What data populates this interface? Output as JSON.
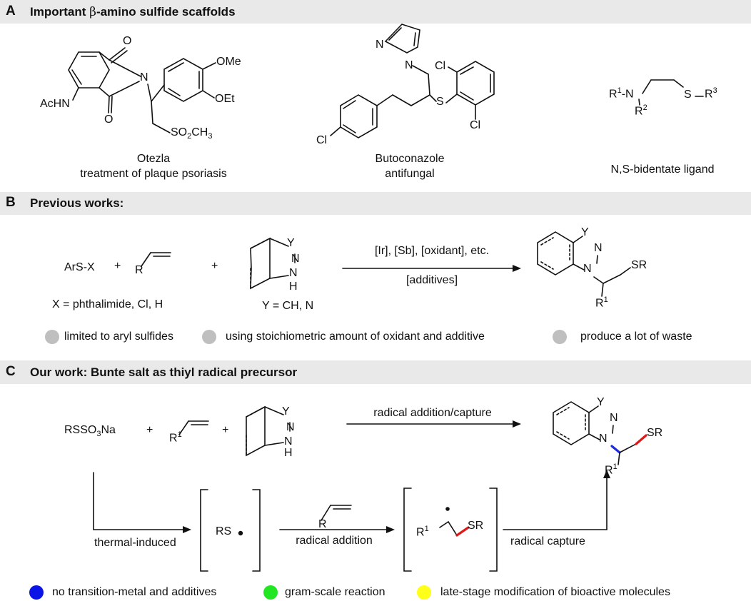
{
  "sectionA": {
    "letter": "A",
    "title_prefix": "Important ",
    "title_beta": "β",
    "title_suffix": "-amino sulfide scaffolds",
    "otezla": {
      "name": "Otezla",
      "desc": "treatment of plaque psoriasis",
      "atoms": {
        "o_top": "O",
        "o_bottom": "O",
        "n": "N",
        "acnh": "AcHN",
        "ome": "OMe",
        "oet": "OEt",
        "so2_a": "SO",
        "so2_sub": "2",
        "so2_b": "CH",
        "so2_sub2": "3"
      }
    },
    "butoconazole": {
      "name": "Butoconazole",
      "desc": "antifungal",
      "atoms": {
        "n1": "N",
        "n2": "N",
        "cl1": "Cl",
        "cl2": "Cl",
        "cl3": "Cl",
        "s": "S"
      }
    },
    "ligand": {
      "name": "N,S-bidentate ligand",
      "atoms": {
        "r1": "R",
        "r1_sup": "1",
        "n": "N",
        "r2": "R",
        "r2_sup": "2",
        "s": "S",
        "r3": "R",
        "r3_sup": "3"
      }
    }
  },
  "sectionB": {
    "letter": "B",
    "title": "Previous works:",
    "reagent1": "ArS-X",
    "plus": "+",
    "alkene_r": "R",
    "heterocycle_atoms": {
      "y": "Y",
      "n": "N",
      "nh_n": "N",
      "nh_h": "H"
    },
    "x_def": "X = phthalimide, Cl, H",
    "y_def": "Y = CH, N",
    "conditions_top": "[Ir], [Sb], [oxidant], etc.",
    "conditions_bottom": "[additives]",
    "product_atoms": {
      "y": "Y",
      "n1": "N",
      "n2": "N",
      "sr": "SR",
      "r": "R",
      "r_sup": "1"
    },
    "limitations": [
      {
        "label": "limited to aryl sulfides",
        "color": "#bfbfbf"
      },
      {
        "label": "using stoichiometric amount of oxidant and additive",
        "color": "#bfbfbf"
      },
      {
        "label": "produce a lot of waste",
        "color": "#bfbfbf"
      }
    ]
  },
  "sectionC": {
    "letter": "C",
    "title": "Our work: Bunte salt as thiyl radical precursor",
    "reagent_a": "RSSO",
    "reagent_sub": "3",
    "reagent_b": "Na",
    "plus": "+",
    "alkene_r": "R",
    "alkene_sup": "1",
    "heterocycle_atoms": {
      "y": "Y",
      "n": "N",
      "nh_n": "N",
      "nh_h": "H"
    },
    "arrow_label": "radical addition/capture",
    "product_atoms": {
      "y": "Y",
      "n1": "N",
      "n2": "N",
      "sr": "SR",
      "r": "R",
      "r_sup": "1"
    },
    "thermal": "thermal-induced",
    "rs_radical": "RS",
    "radical_addition_reagent": "R",
    "radical_addition": "radical addition",
    "intermediate_r": "R",
    "intermediate_sup": "1",
    "intermediate_sr": "SR",
    "radical_capture": "radical capture",
    "features": [
      {
        "label": "no transition-metal and additives",
        "color": "#0a14e6"
      },
      {
        "label": "gram-scale reaction",
        "color": "#22e622"
      },
      {
        "label": "late-stage modification of bioactive molecules",
        "color": "#ffff1a"
      }
    ]
  }
}
